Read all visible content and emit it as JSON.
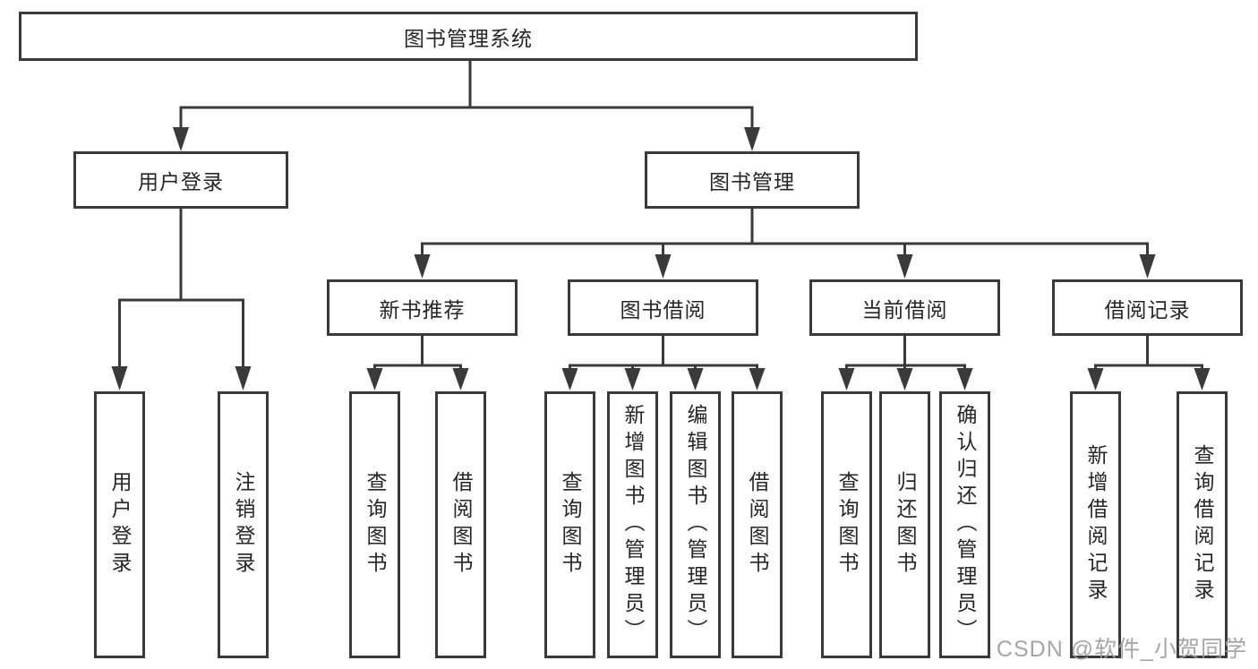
{
  "diagram": {
    "root": {
      "label": "图书管理系统"
    },
    "level2": [
      {
        "label": "用户登录"
      },
      {
        "label": "图书管理"
      }
    ],
    "level3": [
      {
        "label": "新书推荐"
      },
      {
        "label": "图书借阅"
      },
      {
        "label": "当前借阅"
      },
      {
        "label": "借阅记录"
      }
    ],
    "leaves": [
      {
        "label": "用户登录"
      },
      {
        "label": "注销登录"
      },
      {
        "label": "查询图书"
      },
      {
        "label": "借阅图书"
      },
      {
        "label": "查询图书"
      },
      {
        "label": "新增图书（管理员）"
      },
      {
        "label": "编辑图书（管理员）"
      },
      {
        "label": "借阅图书"
      },
      {
        "label": "查询图书"
      },
      {
        "label": "归还图书"
      },
      {
        "label": "确认归还（管理员）"
      },
      {
        "label": "新增借阅记录"
      },
      {
        "label": "查询借阅记录"
      }
    ]
  },
  "watermark": {
    "text": "CSDN @软件_小贺同学"
  },
  "colors": {
    "line": "#3a3a3a",
    "box_border": "#3a3a3a",
    "box_background": "#ffffff",
    "text": "#262626",
    "watermark": "#9c9c9c",
    "background": "#ffffff"
  }
}
